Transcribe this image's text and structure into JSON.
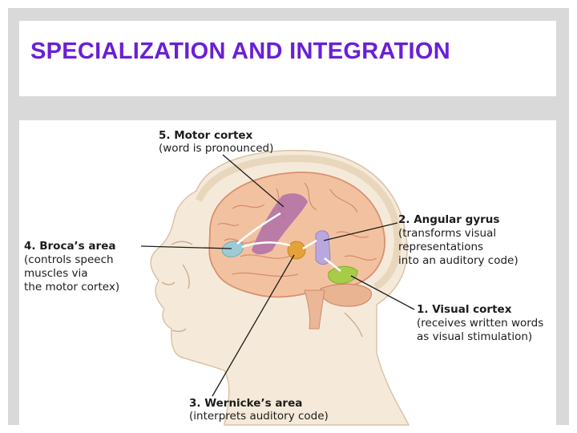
{
  "slide": {
    "title": "SPECIALIZATION AND INTEGRATION"
  },
  "diagram": {
    "labels": [
      {
        "id": "motor",
        "heading": "5. Motor cortex",
        "lines": [
          "(word is pronounced)"
        ]
      },
      {
        "id": "angular",
        "heading": "2. Angular gyrus",
        "lines": [
          "(transforms visual",
          "representations",
          "into an auditory code)"
        ]
      },
      {
        "id": "broca",
        "heading": "4. Broca’s area",
        "lines": [
          "(controls speech",
          "muscles via",
          "the motor cortex)"
        ]
      },
      {
        "id": "visual",
        "heading": "1. Visual cortex",
        "lines": [
          "(receives written words",
          "as visual stimulation)"
        ]
      },
      {
        "id": "wernicke",
        "heading": "3. Wernicke’s area",
        "lines": [
          "(interprets auditory code)"
        ]
      }
    ],
    "colors": {
      "title": "#6a1fd6",
      "skin": "#f3e6d3",
      "brain": "#f2c2a0",
      "motor": "#b06fa8",
      "angular": "#b9a8de",
      "broca": "#9ccbd6",
      "visual": "#a7cc4a",
      "wernicke": "#e3a23a"
    }
  }
}
